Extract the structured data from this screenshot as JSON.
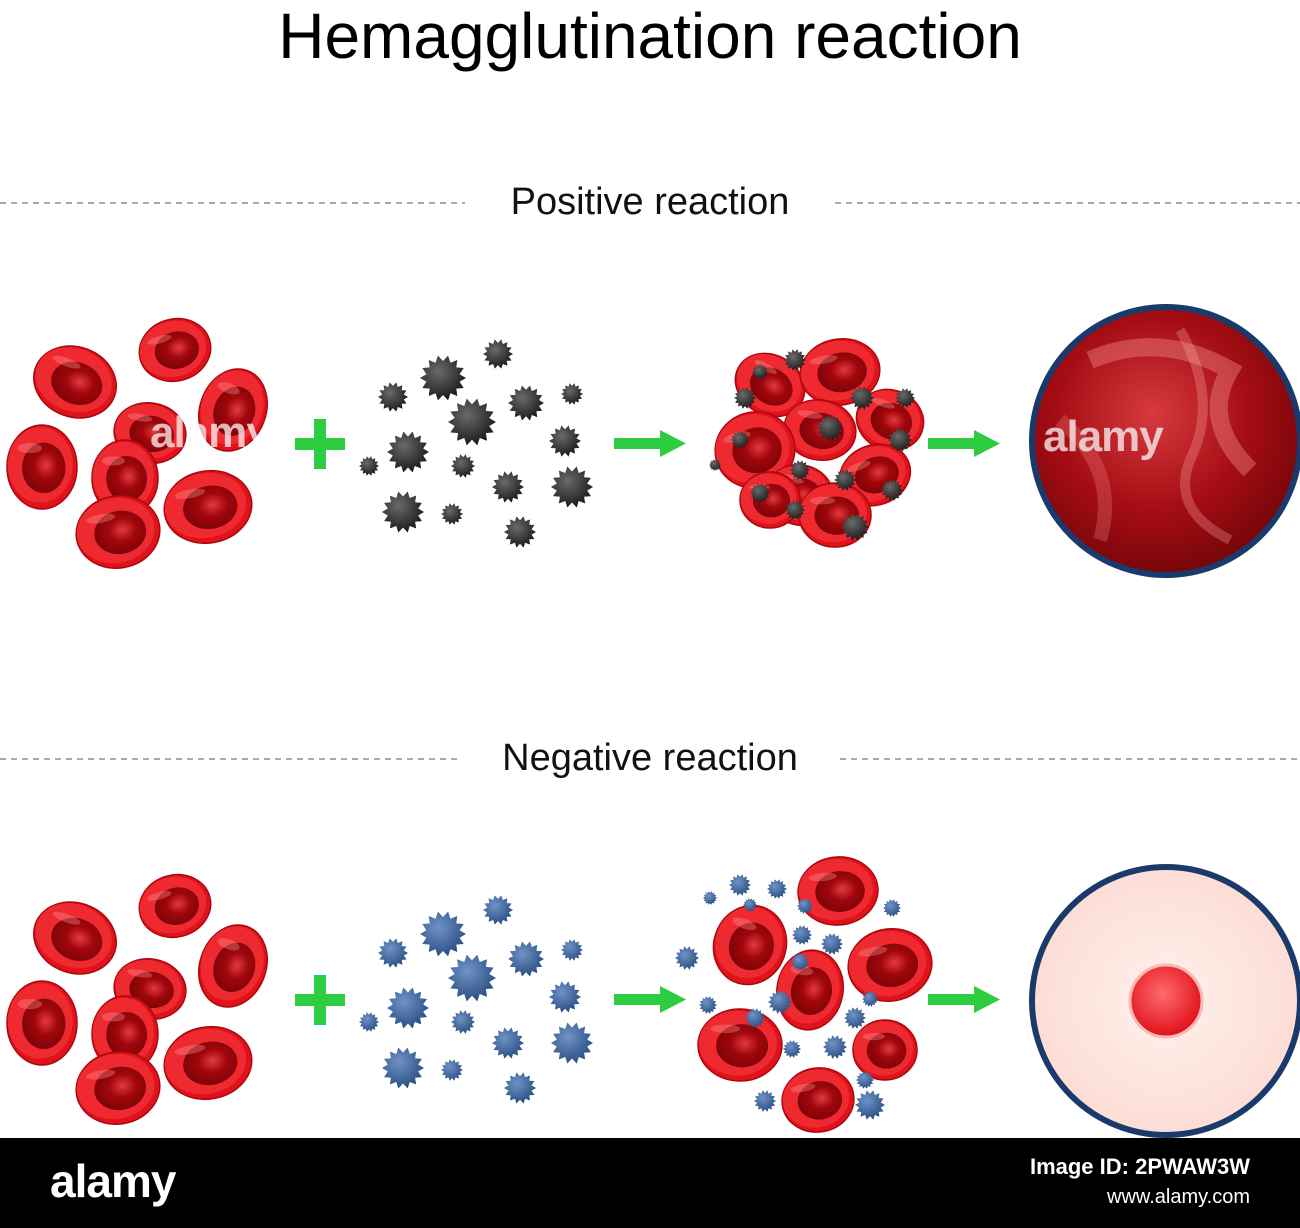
{
  "title": "Hemagglutination reaction",
  "sections": {
    "positive": {
      "label": "Positive reaction"
    },
    "negative": {
      "label": "Negative reaction"
    }
  },
  "watermark": {
    "text": "alamy"
  },
  "footer": {
    "brand": "alamy",
    "image_id_label": "Image ID: 2PWAW3W",
    "url": "www.alamy.com"
  },
  "colors": {
    "rbc_outer": "#d40d15",
    "rbc_inner": "#a4070c",
    "virus_positive": "#2b2b2b",
    "virus_negative": "#3a5f96",
    "arrow": "#2ecc40",
    "well_border": "#1a3a6b",
    "well_positive": "#b3141c",
    "well_negative": "#fde3dd"
  }
}
